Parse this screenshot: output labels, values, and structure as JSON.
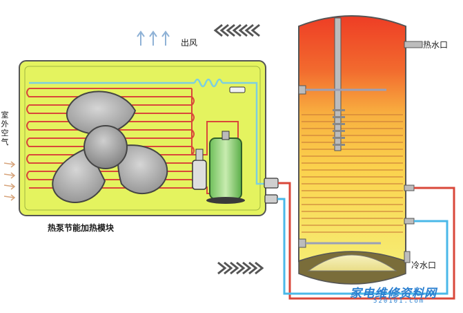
{
  "labels": {
    "air_out": "出风",
    "hot_water_outlet": "热水口",
    "cold_water_inlet": "冷水口",
    "outdoor_air": "室外空气",
    "module": "热泵节能加热模块"
  },
  "watermark": {
    "text": "家电维修资料网",
    "url": "520101.com"
  },
  "colors": {
    "panel": "#e3f25c",
    "tank_hot": "#ef4a2a",
    "tank_warm": "#f7a23a",
    "tank_mid": "#fbcf4e",
    "tank_cold": "#f7ec72",
    "hot_pipe": "#d9473a",
    "cold_pipe": "#4ab8e8",
    "coil": "#7ccfe0"
  }
}
